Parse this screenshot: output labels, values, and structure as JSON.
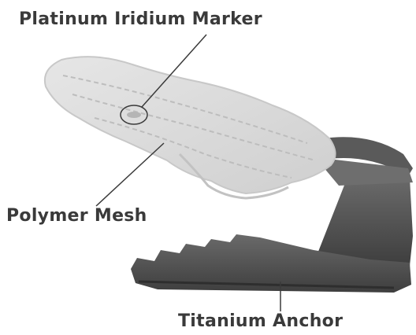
{
  "labels": {
    "marker": "Platinum Iridium Marker",
    "mesh": "Polymer Mesh",
    "anchor": "Titanium Anchor"
  },
  "colors": {
    "label_text": "#3a3a3a",
    "mesh": "#dcdcdc",
    "anchor": "#4d4d4d",
    "leader_line": "#3a3a3a"
  }
}
